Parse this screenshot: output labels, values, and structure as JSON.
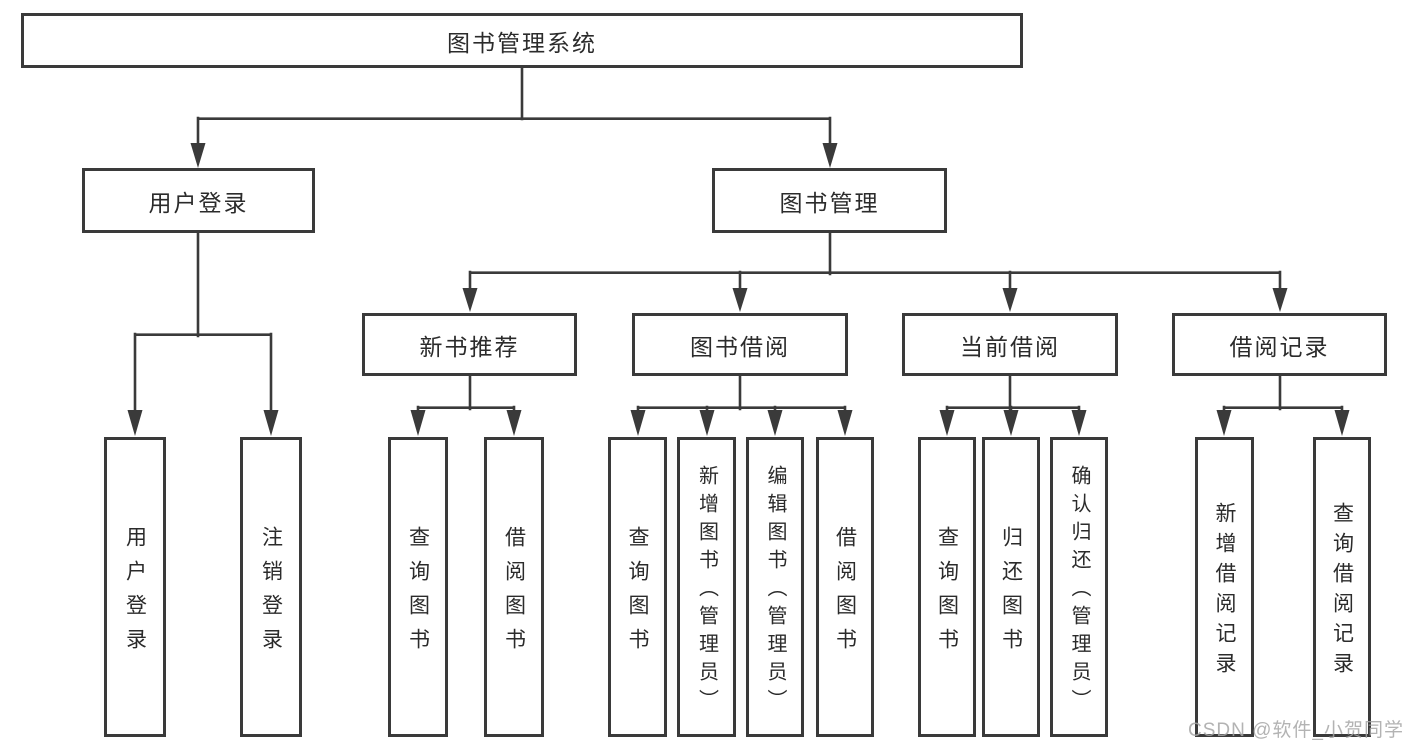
{
  "diagram": {
    "root": {
      "label": "图书管理系统"
    },
    "level2": [
      {
        "label": "用户登录"
      },
      {
        "label": "图书管理"
      }
    ],
    "level3": [
      {
        "label": "新书推荐"
      },
      {
        "label": "图书借阅"
      },
      {
        "label": "当前借阅"
      },
      {
        "label": "借阅记录"
      }
    ],
    "leaves": {
      "login": [
        "用户登录",
        "注销登录"
      ],
      "newbook": [
        "查询图书",
        "借阅图书"
      ],
      "borrow": [
        "查询图书",
        "新增图书（管理员）",
        "编辑图书（管理员）",
        "借阅图书"
      ],
      "current": [
        "查询图书",
        "归还图书",
        "确认归还（管理员）"
      ],
      "records": [
        "新增借阅记录",
        "查询借阅记录"
      ]
    },
    "colors": {
      "line": "#3a3a3a",
      "text": "#2b2b2b",
      "background": "#ffffff",
      "watermark": "#a6a6a6"
    }
  },
  "watermark": {
    "text": "CSDN @软件_小贺同学"
  }
}
